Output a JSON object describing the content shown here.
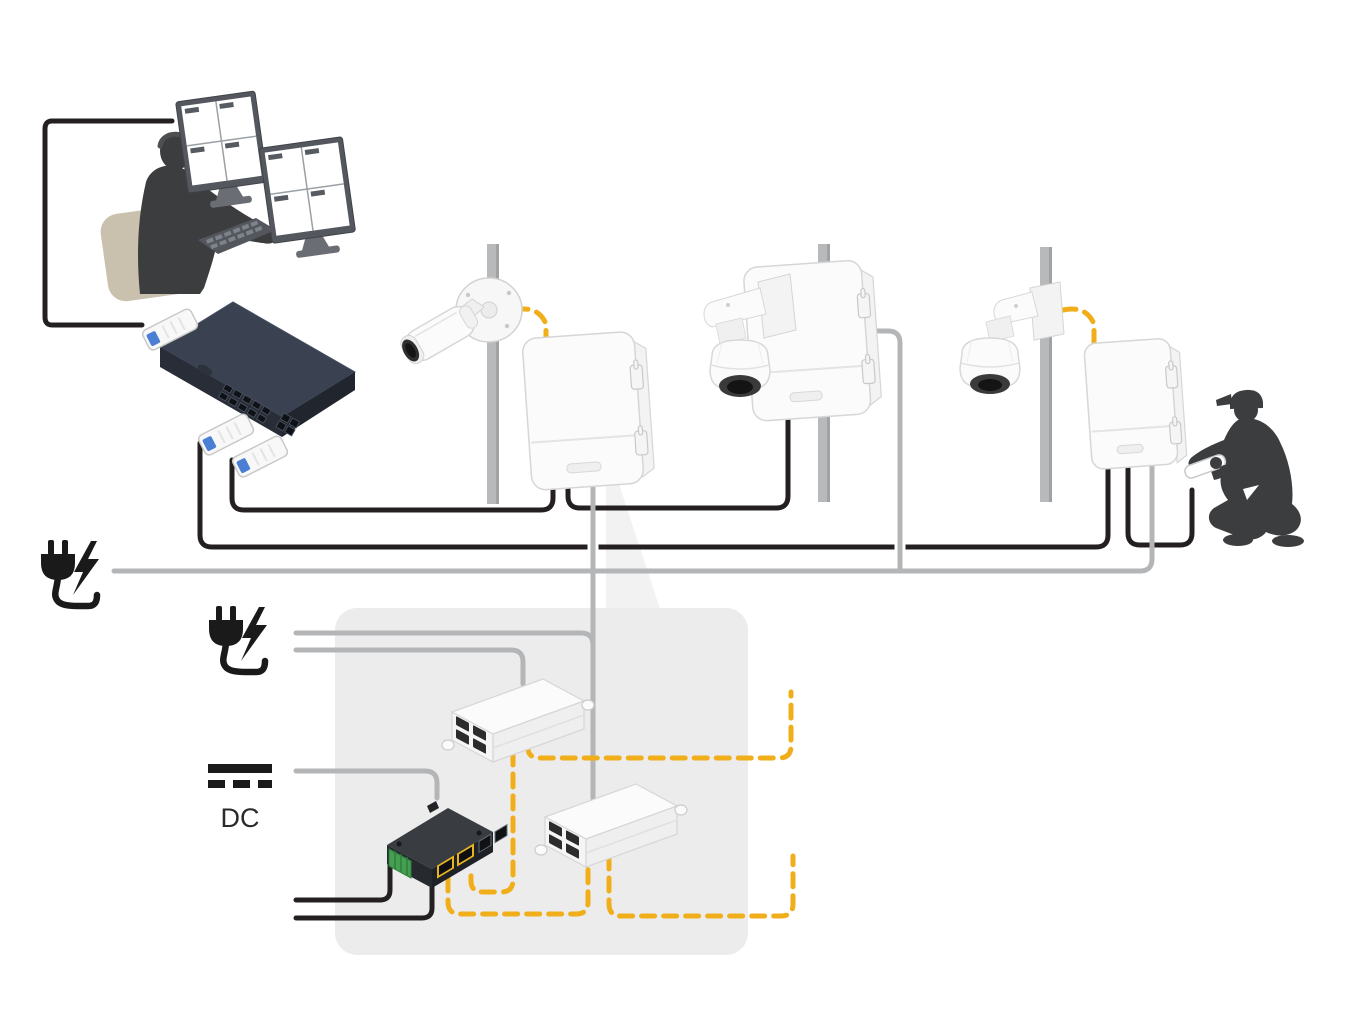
{
  "scene": {
    "dc_label": "DC",
    "colors": {
      "cable_black": "#242021",
      "cable_gray": "#b3b5b7",
      "cable_yellow": "#f1ae1b",
      "panel_bg": "#ececec",
      "cone": "#f2f2f2",
      "device_white": "#fbfbfb",
      "device_stroke": "#d6d6d6",
      "silhouette": "#3b3d3f",
      "chair": "#c9c1ae",
      "pole": "#b7b9bb",
      "pole_shade": "#a0a2a4",
      "switch_top": "#3a4150",
      "switch_front": "#282d37",
      "switch_side": "#21252d",
      "port_dark": "#0e1217",
      "sfp_blue": "#4a7fd4",
      "industrial_top": "#393c41",
      "industrial_side": "#26292e",
      "industrial_front": "#1e2126",
      "terminal_green": "#44a050",
      "monitor_frame": "#54585e",
      "screen_white": "#ffffff"
    },
    "components": {
      "operator": "security operator with headset at quad-view monitors",
      "network_switch": "network switch with SFP fiber modules",
      "bullet_camera": "bullet camera on pole",
      "surveillance_cabinet": "outdoor surveillance cabinet",
      "dome_camera": "dome camera on arm bracket",
      "technician": "field technician with mobile device",
      "ac_power": "AC mains power plug",
      "dc_power": "DC power source",
      "poe_midspan": "PoE midspan injector",
      "industrial_switch": "industrial PoE switch media converter"
    }
  }
}
